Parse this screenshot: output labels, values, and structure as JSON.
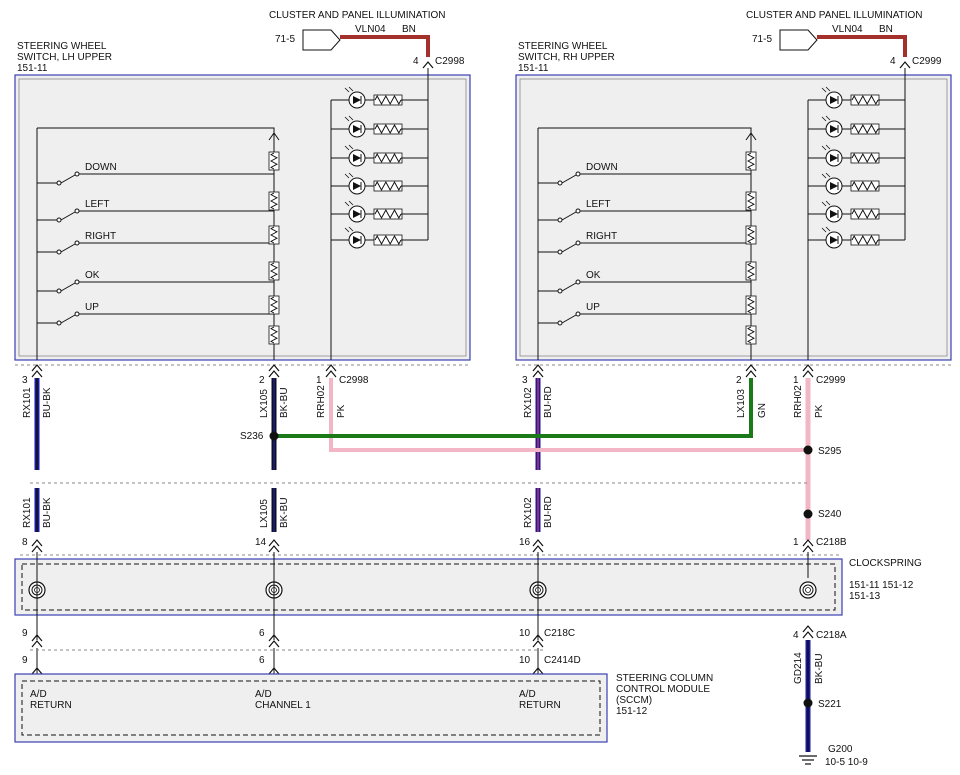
{
  "diagram": {
    "lh": {
      "title": [
        "STEERING WHEEL",
        "SWITCH, LH UPPER",
        "151-11"
      ],
      "ill_title": "CLUSTER AND PANEL ILLUMINATION",
      "ill_ref": "71-5",
      "ill_circuit": "VLN04",
      "ill_color": "BN",
      "ill_pin": "4",
      "ill_conn": "C2998",
      "switches": [
        "DOWN",
        "LEFT",
        "RIGHT",
        "OK",
        "UP"
      ],
      "pins": [
        "3",
        "2",
        "1"
      ],
      "conn": "C2998",
      "splice": "S236",
      "wires": [
        {
          "circuit": "RX101",
          "color": "BU-BK"
        },
        {
          "circuit": "LX105",
          "color": "BK-BU"
        },
        {
          "circuit": "RRH02",
          "color": "PK"
        }
      ]
    },
    "rh": {
      "title": [
        "STEERING WHEEL",
        "SWITCH, RH UPPER",
        "151-11"
      ],
      "ill_title": "CLUSTER AND PANEL ILLUMINATION",
      "ill_ref": "71-5",
      "ill_circuit": "VLN04",
      "ill_color": "BN",
      "ill_pin": "4",
      "ill_conn": "C2999",
      "switches": [
        "DOWN",
        "LEFT",
        "RIGHT",
        "OK",
        "UP"
      ],
      "pins": [
        "3",
        "2",
        "1"
      ],
      "conn": "C2999",
      "splice": "S295",
      "wires": [
        {
          "circuit": "RX102",
          "color": "BU-RD"
        },
        {
          "circuit": "LX103",
          "color": "GN"
        },
        {
          "circuit": "RRH02",
          "color": "PK"
        }
      ]
    },
    "lower_wires": [
      {
        "circuit": "RX101",
        "color": "BU-BK",
        "pin": "8"
      },
      {
        "circuit": "LX105",
        "color": "BK-BU",
        "pin": "14"
      },
      {
        "circuit": "RX102",
        "color": "BU-RD",
        "pin": "16"
      }
    ],
    "s240": "S240",
    "c218b": {
      "pin": "1",
      "conn": "C218B"
    },
    "clockspring": {
      "title": "CLOCKSPRING",
      "refs": [
        "151-11  151-12",
        "151-13"
      ]
    },
    "c218c": {
      "pins": [
        "9",
        "6",
        "10"
      ],
      "conn": "C218C"
    },
    "c2414d": {
      "pins": [
        "9",
        "6",
        "10"
      ],
      "conn": "C2414D"
    },
    "c218a": {
      "pin": "4",
      "conn": "C218A"
    },
    "ground_wire": {
      "circuit": "GD214",
      "color": "BK-BU"
    },
    "s221": "S221",
    "ground": {
      "label": "G200",
      "refs": "10-5   10-9"
    },
    "sccm": {
      "title": [
        "STEERING COLUMN",
        "CONTROL MODULE",
        "(SCCM)",
        "151-12"
      ],
      "inputs": [
        {
          "line1": "A/D",
          "line2": "RETURN"
        },
        {
          "line1": "A/D",
          "line2": "CHANNEL 1"
        },
        {
          "line1": "A/D",
          "line2": "RETURN"
        }
      ]
    },
    "colors": {
      "blue": "#1a1aa8",
      "black": "#111111",
      "pink": "#f2b6c6",
      "green": "#1a7a1a",
      "brown": "#a3302a",
      "box_border": "#3b3fb0",
      "box_fill": "#efefef"
    }
  }
}
